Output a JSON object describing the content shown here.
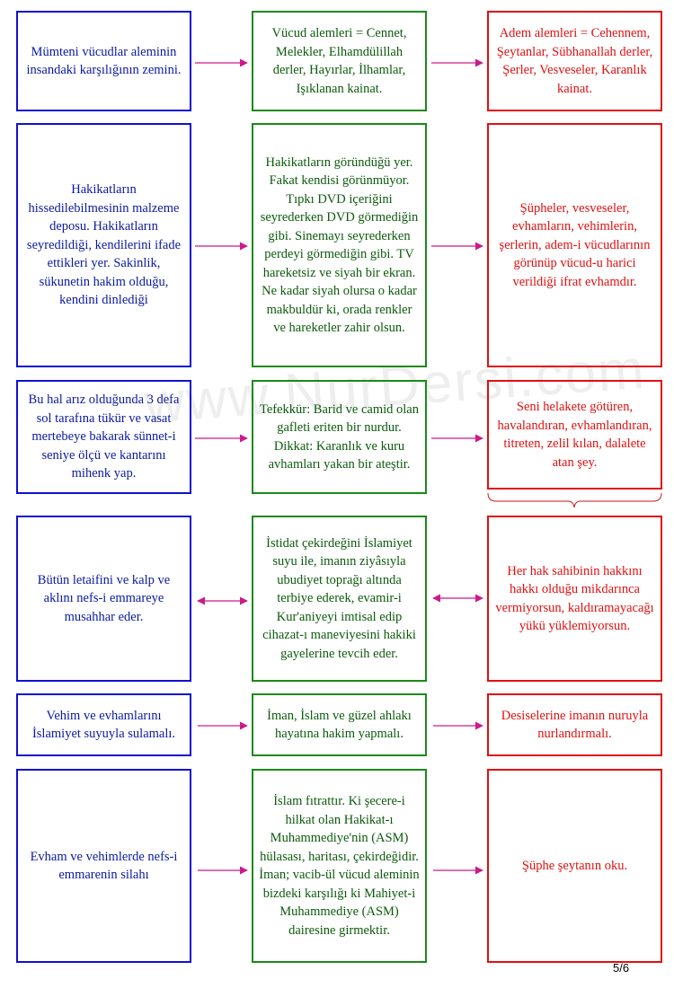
{
  "watermark": "www.NurDersi.com",
  "page_number": "5/6",
  "colors": {
    "left": "#1010d0",
    "middle": "#1a8a1a",
    "right": "#e01010",
    "arrow": "#cc1a8a"
  },
  "rows": [
    {
      "left": "Mümteni vücudlar aleminin insandaki karşılığının zemini.",
      "middle": "Vücud alemleri = Cennet, Melekler, Elhamdülillah derler, Hayırlar, İlhamlar, Işıklanan kainat.",
      "right": "Adem alemleri = Cehennem, Şeytanlar, Sübhanallah derler, Şerler, Vesveseler, Karanlık kainat."
    },
    {
      "left": "Hakikatların hissedilebilmesinin malzeme deposu. Hakikatların seyredildiği, kendilerini ifade ettikleri yer. Sakinlik, sükunetin hakim olduğu, kendini dinlediği",
      "middle": "Hakikatların göründüğü yer. Fakat kendisi görünmüyor. Tıpkı DVD içeriğini seyrederken DVD görmediğin gibi. Sinemayı seyrederken perdeyi görmediğin gibi. TV hareketsiz ve siyah bir ekran. Ne kadar siyah olursa o kadar makbuldür ki, orada renkler ve hareketler zahir olsun.",
      "right": "Şüpheler, vesveseler, evhamların, vehimlerin, şerlerin, adem-i vücudlarının görünüp vücud-u harici verildiği ifrat evhamdır."
    },
    {
      "left": "Bu hal arız olduğunda 3 defa sol tarafına tükür ve vasat mertebeye bakarak sünnet-i seniye ölçü ve kantarını mihenk yap.",
      "middle": "Tefekkür: Barid ve camid olan gafleti eriten bir nurdur. Dikkat: Karanlık ve kuru avhamları yakan bir ateştir.",
      "right": "Seni helakete götüren, havalandıran, evhamlandıran, titreten, zelil kılan, dalalete atan şey."
    },
    {
      "left": "Bütün letaifini ve kalp ve aklını nefs-i emmareye musahhar eder.",
      "middle": "İstidat çekirdeğini İslamiyet suyu ile, imanın ziyâsıyla ubudiyet toprağı altında terbiye ederek, evamir-i Kur'aniyeyi imtisal edip cihazat-ı maneviyesini hakiki gayelerine tevcih eder.",
      "right": "Her hak sahibinin hakkını hakkı olduğu mikdarınca vermiyorsun, kaldıramayacağı yükü yüklemiyorsun."
    },
    {
      "left": "Vehim ve evhamlarını İslamiyet suyuyla sulamalı.",
      "middle": "İman, İslam ve güzel ahlakı hayatına hakim yapmalı.",
      "right": "Desiselerine imanın nuruyla nurlandırmalı."
    },
    {
      "left": "Evham ve vehimlerde nefs-i emmarenin silahı",
      "middle": "İslam fıtrattır. Ki şecere-i hilkat olan Hakikat-ı Muhammediye'nin (ASM) hülasası, haritası, çekirdeğidir. İman; vacib-ül vücud aleminin bizdeki karşılığı ki Mahiyet-i Muhammediye (ASM) dairesine girmektir.",
      "right": "Şüphe şeytanın oku."
    }
  ]
}
